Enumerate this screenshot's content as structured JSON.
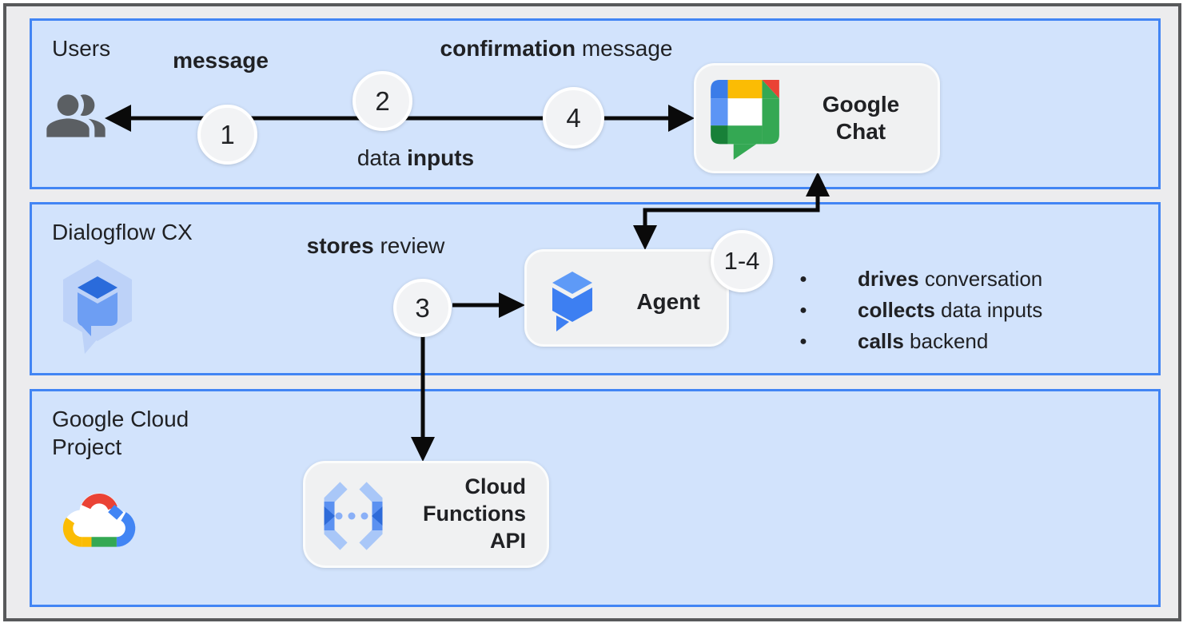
{
  "diagram": {
    "bands": {
      "users": {
        "label": "Users"
      },
      "dialogflow": {
        "label": "Dialogflow CX"
      },
      "gcp": {
        "label": "Google Cloud Project"
      }
    },
    "steps": {
      "one": "1",
      "two": "2",
      "three": "3",
      "four": "4",
      "range": "1-4"
    },
    "edge_labels": {
      "message": {
        "bold": "message"
      },
      "confirmation": {
        "bold": "confirmation",
        "regular": " message"
      },
      "data_inputs": {
        "regular": "data ",
        "bold": "inputs"
      },
      "stores_review": {
        "bold": "stores",
        "regular": " review"
      }
    },
    "nodes": {
      "google_chat": {
        "line1": "Google",
        "line2": "Chat"
      },
      "agent": {
        "label": "Agent"
      },
      "cloud_functions": {
        "line1": "Cloud",
        "line2": "Functions",
        "line3": "API"
      }
    },
    "agent_bullets": [
      {
        "bold": "drives",
        "regular": " conversation"
      },
      {
        "bold": "collects",
        "regular": " data inputs"
      },
      {
        "bold": "calls",
        "regular": " backend"
      }
    ],
    "icons": {
      "users": "users-icon",
      "google_chat": "google-chat-icon",
      "dialogflow_cx": "dialogflow-cx-icon",
      "agent": "dialogflow-agent-icon",
      "cloud_functions": "cloud-functions-icon",
      "google_cloud": "google-cloud-icon"
    },
    "colors": {
      "band_fill": "#d2e3fc",
      "band_border": "#4285f4",
      "node_fill": "#f0f1f2",
      "canvas_bg": "#ececee",
      "frame_border": "#58595b",
      "arrow": "#0a0a0a",
      "text": "#202124",
      "google_blue": "#4285f4",
      "google_red": "#ea4335",
      "google_yellow": "#fbbc04",
      "google_green": "#34a853"
    }
  }
}
